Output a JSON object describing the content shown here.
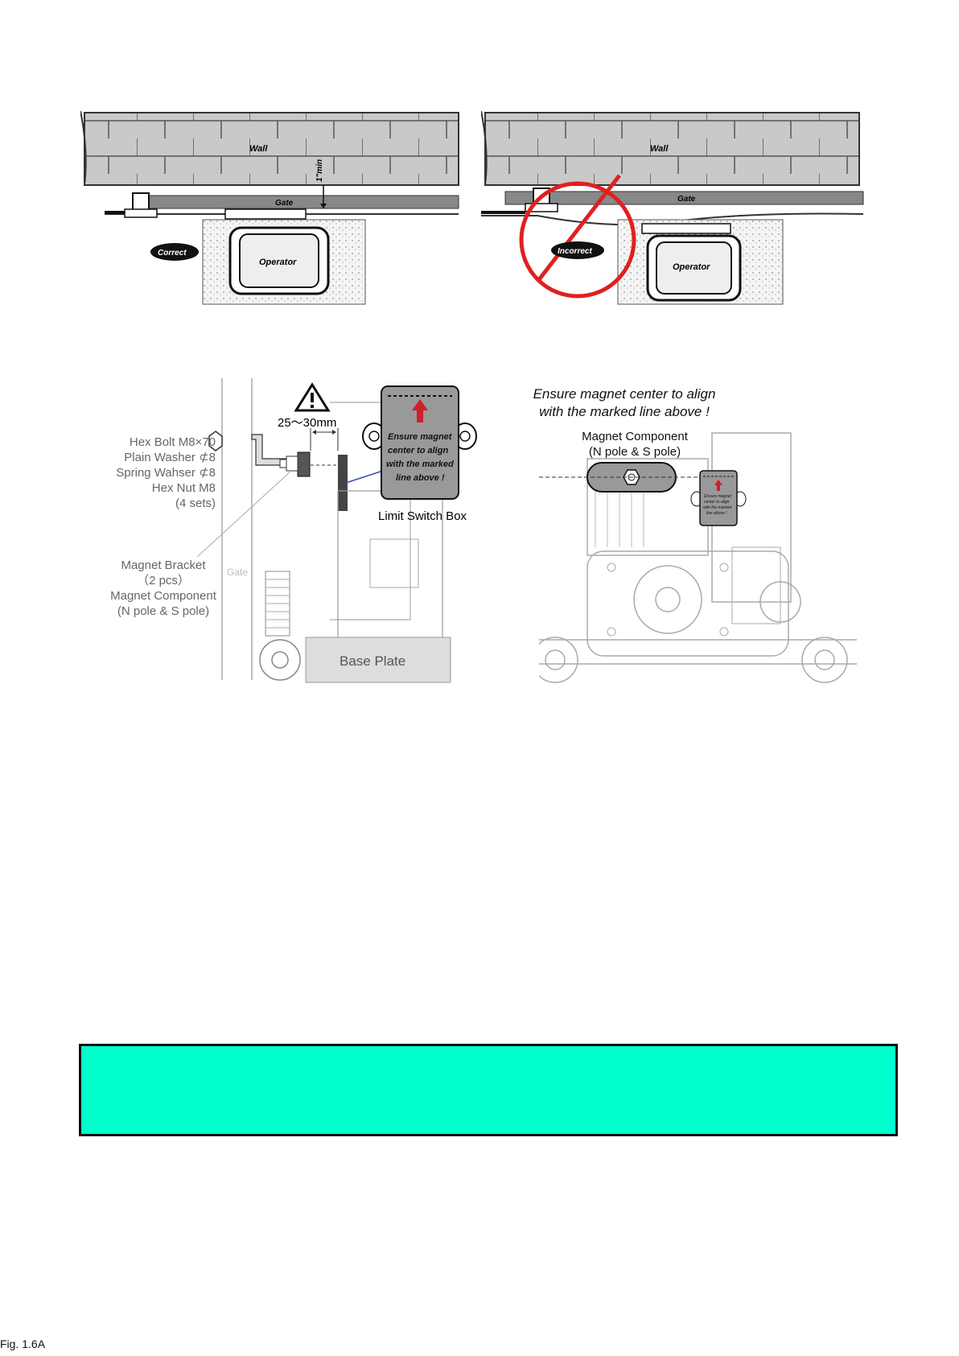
{
  "top_left": {
    "wall": "Wall",
    "gate": "Gate",
    "operator": "Operator",
    "badge": "Correct",
    "clearance": "1\"min"
  },
  "top_right": {
    "wall": "Wall",
    "gate": "Gate",
    "operator": "Operator",
    "badge": "Incorrect"
  },
  "bottom_left": {
    "gap": "25～30mm",
    "hardware": [
      "Hex Bolt M8×70",
      "Plain Washer ⊄8",
      "Spring Wahser ⊄8",
      "Hex Nut M8",
      "(4 sets)"
    ],
    "bracket": [
      "Magnet Bracket",
      "（2 pcs）",
      "Magnet Component",
      "(N pole & S pole)"
    ],
    "gate": "Gate",
    "base_plate": "Base Plate",
    "box_note": [
      "Ensure magnet",
      "center to align",
      "with the marked",
      "line above !"
    ],
    "limit_switch_box": "Limit Switch Box"
  },
  "bottom_right": {
    "heading": [
      "Ensure magnet center to align",
      "with the marked line above !"
    ],
    "magnet_label": [
      "Magnet Component",
      "(N pole & S pole)"
    ],
    "mini_note": [
      "Ensure magnet",
      "center to align",
      "with the marked",
      "line above !"
    ]
  },
  "footer": "Fig. 1.6A"
}
